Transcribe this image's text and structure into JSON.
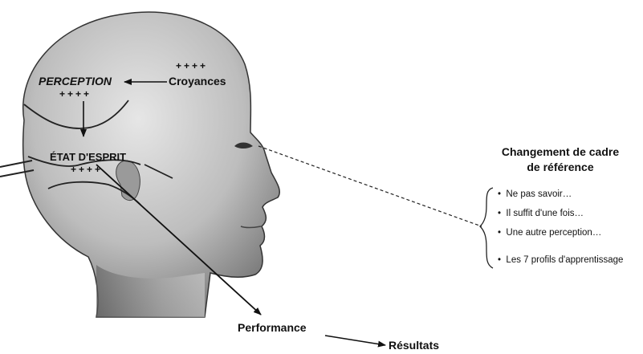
{
  "diagram": {
    "belief_label": "Croyances",
    "belief_marks": "++++",
    "perception_label": "PERCEPTION",
    "perception_marks": "++++",
    "state_label": "ÉTAT D'ESPRIT",
    "state_marks": "++++",
    "performance_label": "Performance",
    "results_label": "Résultats"
  },
  "panel": {
    "title_line1": "Changement de cadre",
    "title_line2": "de référence",
    "items": [
      "Ne pas savoir…",
      "Il suffit d'une fois…",
      "Une autre perception…",
      "Les 7 profils d'apprentissage"
    ]
  }
}
